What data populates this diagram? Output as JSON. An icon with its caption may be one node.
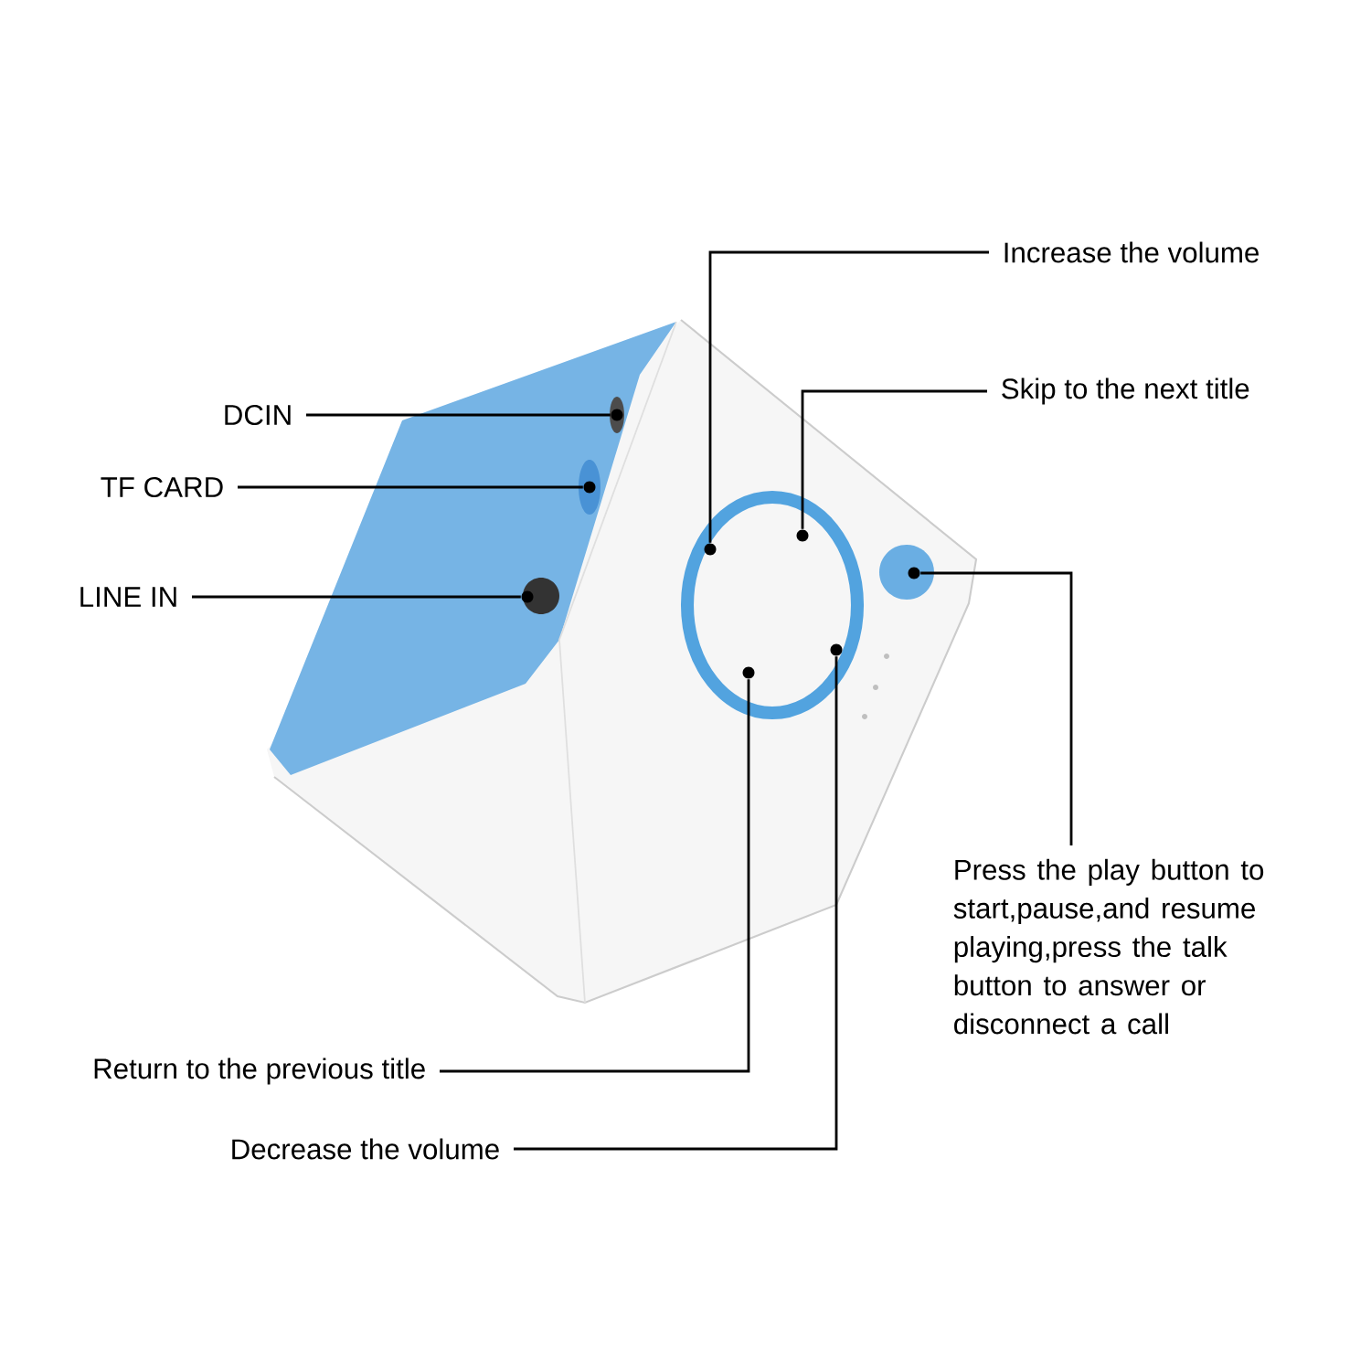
{
  "diagram": {
    "nodes": [
      {
        "text": [
          "Increase the volume"
        ]
      },
      {
        "text": [
          "Skip to the next title"
        ]
      },
      {
        "text": [
          "DCIN"
        ]
      },
      {
        "text": [
          "TF CARD"
        ]
      },
      {
        "text": [
          "LINE IN"
        ]
      },
      {
        "text": [
          "Press the play button to start,pause,and resume playing,press the talk button to answer or disconnect a call"
        ]
      },
      {
        "text": [
          "Return to the previous title"
        ]
      },
      {
        "text": [
          "Decrease the volume"
        ]
      },
      {
        "text": [],
        "shape": "circle"
      },
      {
        "text": [],
        "shape": "circle"
      },
      {
        "text": [],
        "shape": "circle"
      },
      {
        "text": [],
        "shape": "circle"
      },
      {
        "text": [],
        "shape": "circle"
      },
      {
        "text": [],
        "shape": "circle"
      },
      {
        "text": [],
        "shape": "circle"
      },
      {
        "text": [],
        "shape": "circle"
      }
    ],
    "edges": [
      {
        "from": 0,
        "to": 11,
        "arrow": "none"
      },
      {
        "from": 1,
        "to": 13,
        "arrow": "none"
      },
      {
        "from": 2,
        "to": 10,
        "arrow": "none"
      },
      {
        "from": 3,
        "to": 9,
        "arrow": "none"
      },
      {
        "from": 4,
        "to": 8,
        "arrow": "none"
      },
      {
        "from": 5,
        "to": 15,
        "arrow": "none"
      },
      {
        "from": 6,
        "to": 12,
        "arrow": "none"
      },
      {
        "from": 7,
        "to": 14,
        "arrow": "none"
      }
    ]
  }
}
